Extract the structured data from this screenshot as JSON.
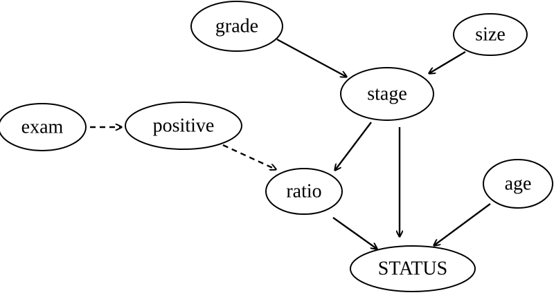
{
  "diagram": {
    "type": "directed-graph",
    "nodes": [
      {
        "id": "grade",
        "label": "grade"
      },
      {
        "id": "size",
        "label": "size"
      },
      {
        "id": "stage",
        "label": "stage"
      },
      {
        "id": "exam",
        "label": "exam"
      },
      {
        "id": "positive",
        "label": "positive"
      },
      {
        "id": "ratio",
        "label": "ratio"
      },
      {
        "id": "age",
        "label": "age"
      },
      {
        "id": "status",
        "label": "STATUS"
      }
    ],
    "edges": [
      {
        "from": "grade",
        "to": "stage",
        "style": "solid"
      },
      {
        "from": "size",
        "to": "stage",
        "style": "solid"
      },
      {
        "from": "exam",
        "to": "positive",
        "style": "dashed"
      },
      {
        "from": "positive",
        "to": "ratio",
        "style": "dashed"
      },
      {
        "from": "stage",
        "to": "ratio",
        "style": "solid"
      },
      {
        "from": "stage",
        "to": "status",
        "style": "solid"
      },
      {
        "from": "ratio",
        "to": "status",
        "style": "solid"
      },
      {
        "from": "age",
        "to": "status",
        "style": "solid"
      }
    ],
    "colors": {
      "stroke": "#000000",
      "fill": "#ffffff"
    }
  }
}
